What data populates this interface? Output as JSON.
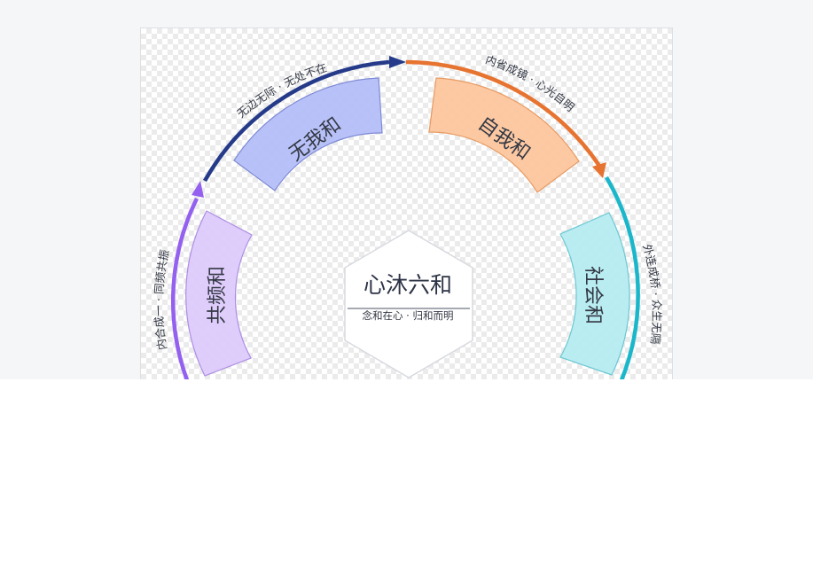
{
  "diagram": {
    "center": {
      "title": "心沐六和",
      "subtitle": "念和在心 · 归和而明"
    },
    "segments": [
      {
        "label": "无我和",
        "fill": "#b3bdf7",
        "stroke": "#7d8ad6"
      },
      {
        "label": "自我和",
        "fill": "#fdc49a",
        "stroke": "#e79a63"
      },
      {
        "label": "共频和",
        "fill": "#dcc9fb",
        "stroke": "#ad8ee4"
      },
      {
        "label": "社会和",
        "fill": "#b3ecf0",
        "stroke": "#6cc8d3"
      }
    ],
    "arcs": [
      {
        "label": "无边无际 · 无处不在",
        "color": "#253b8a"
      },
      {
        "label": "内省成镜 · 心光自明",
        "color": "#e77330"
      },
      {
        "label": "内合成一 · 同频共振",
        "color": "#9360ef"
      },
      {
        "label": "外连成桥 · 众生无隔",
        "color": "#1ab7cb"
      }
    ]
  }
}
